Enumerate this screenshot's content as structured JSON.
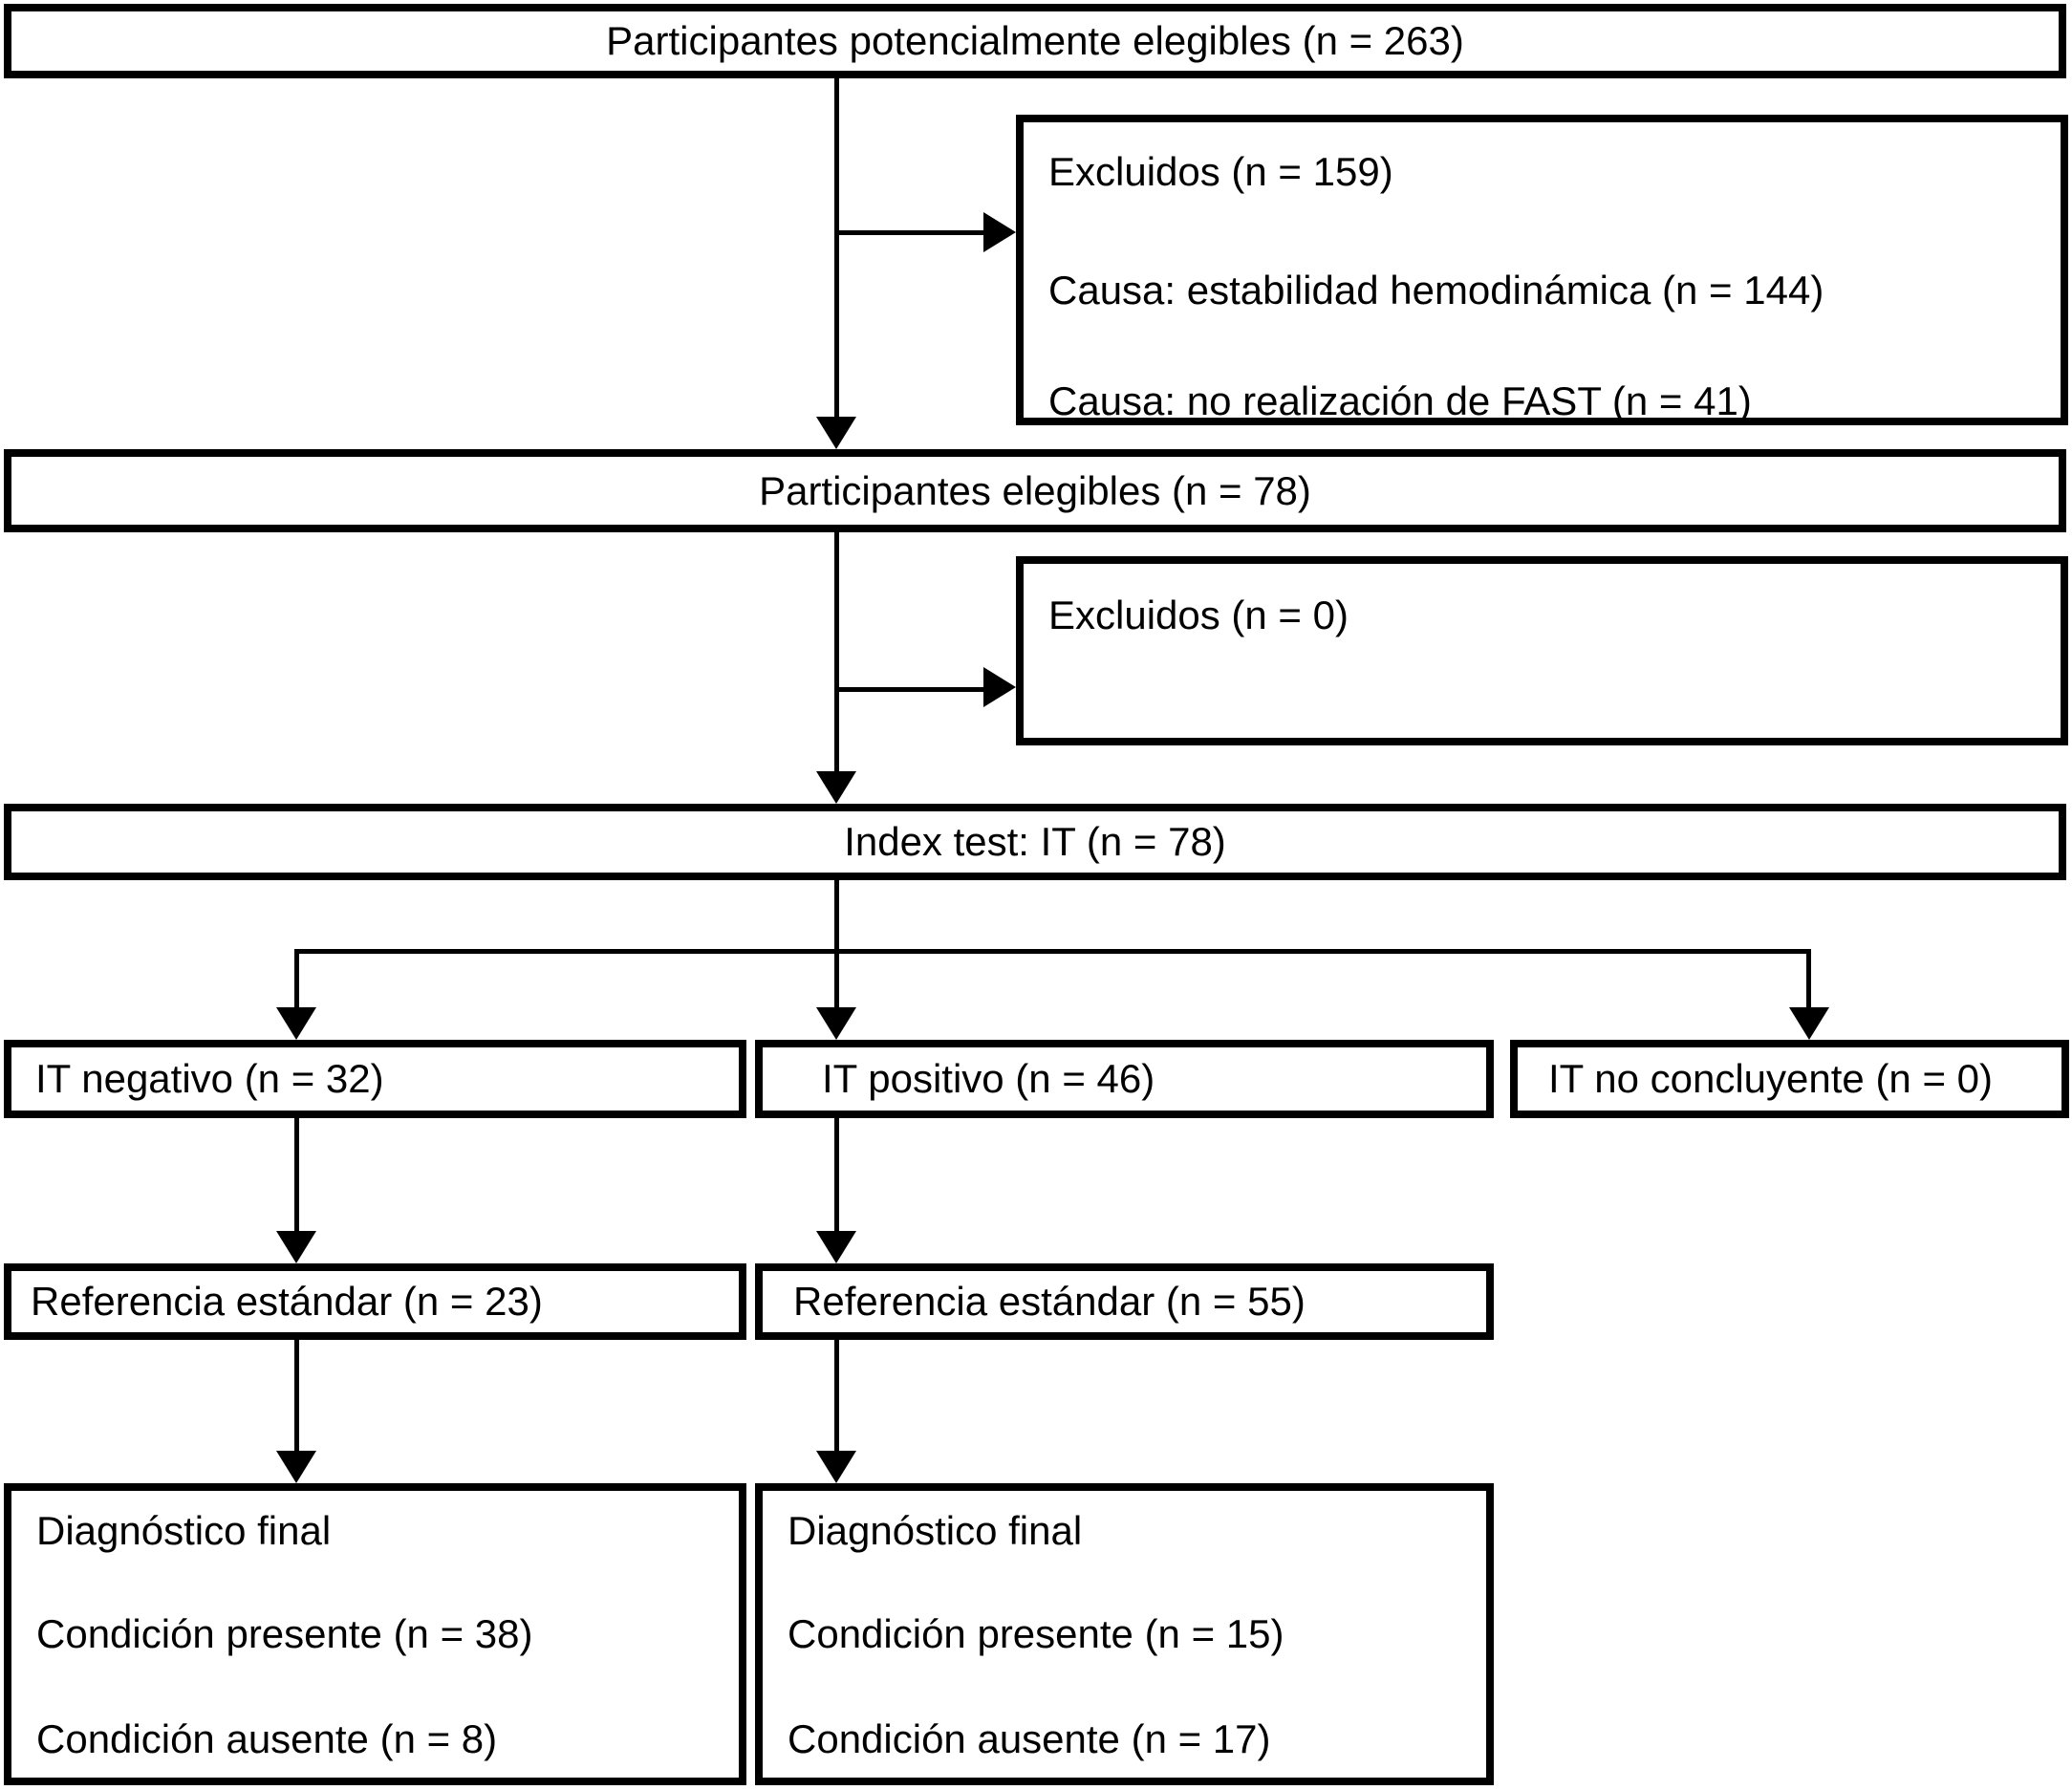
{
  "flowchart": {
    "potentially_eligible": {
      "label": "Participantes potencialmente elegibles (n = 263)"
    },
    "excluded_1": {
      "lines": [
        "Excluidos (n = 159)",
        "Causa: estabilidad hemodinámica (n = 144)",
        "Causa: no realización de FAST (n = 41)"
      ]
    },
    "eligible": {
      "label": "Participantes elegibles (n = 78)"
    },
    "excluded_2": {
      "lines": [
        "Excluidos (n = 0)"
      ]
    },
    "index_test": {
      "label": "Index test: IT (n = 78)"
    },
    "it_negative": {
      "label": "IT negativo (n = 32)"
    },
    "it_positive": {
      "label": "IT positivo (n = 46)"
    },
    "it_inconclusive": {
      "label": "IT no concluyente (n = 0)"
    },
    "reference_standard_negative": {
      "label": "Referencia estándar (n = 23)"
    },
    "reference_standard_positive": {
      "label": "Referencia estándar (n = 55)"
    },
    "final_diagnosis_negative": {
      "lines": [
        "Diagnóstico final",
        "Condición presente (n = 38)",
        "Condición ausente (n = 8)"
      ]
    },
    "final_diagnosis_positive": {
      "lines": [
        "Diagnóstico final",
        "Condición presente (n = 15)",
        "Condición ausente (n = 17)"
      ]
    }
  },
  "colors": {
    "background": "#ffffff",
    "box_fill": "#ffffff",
    "box_border": "#000000",
    "line": "#000000",
    "text": "#000000"
  }
}
